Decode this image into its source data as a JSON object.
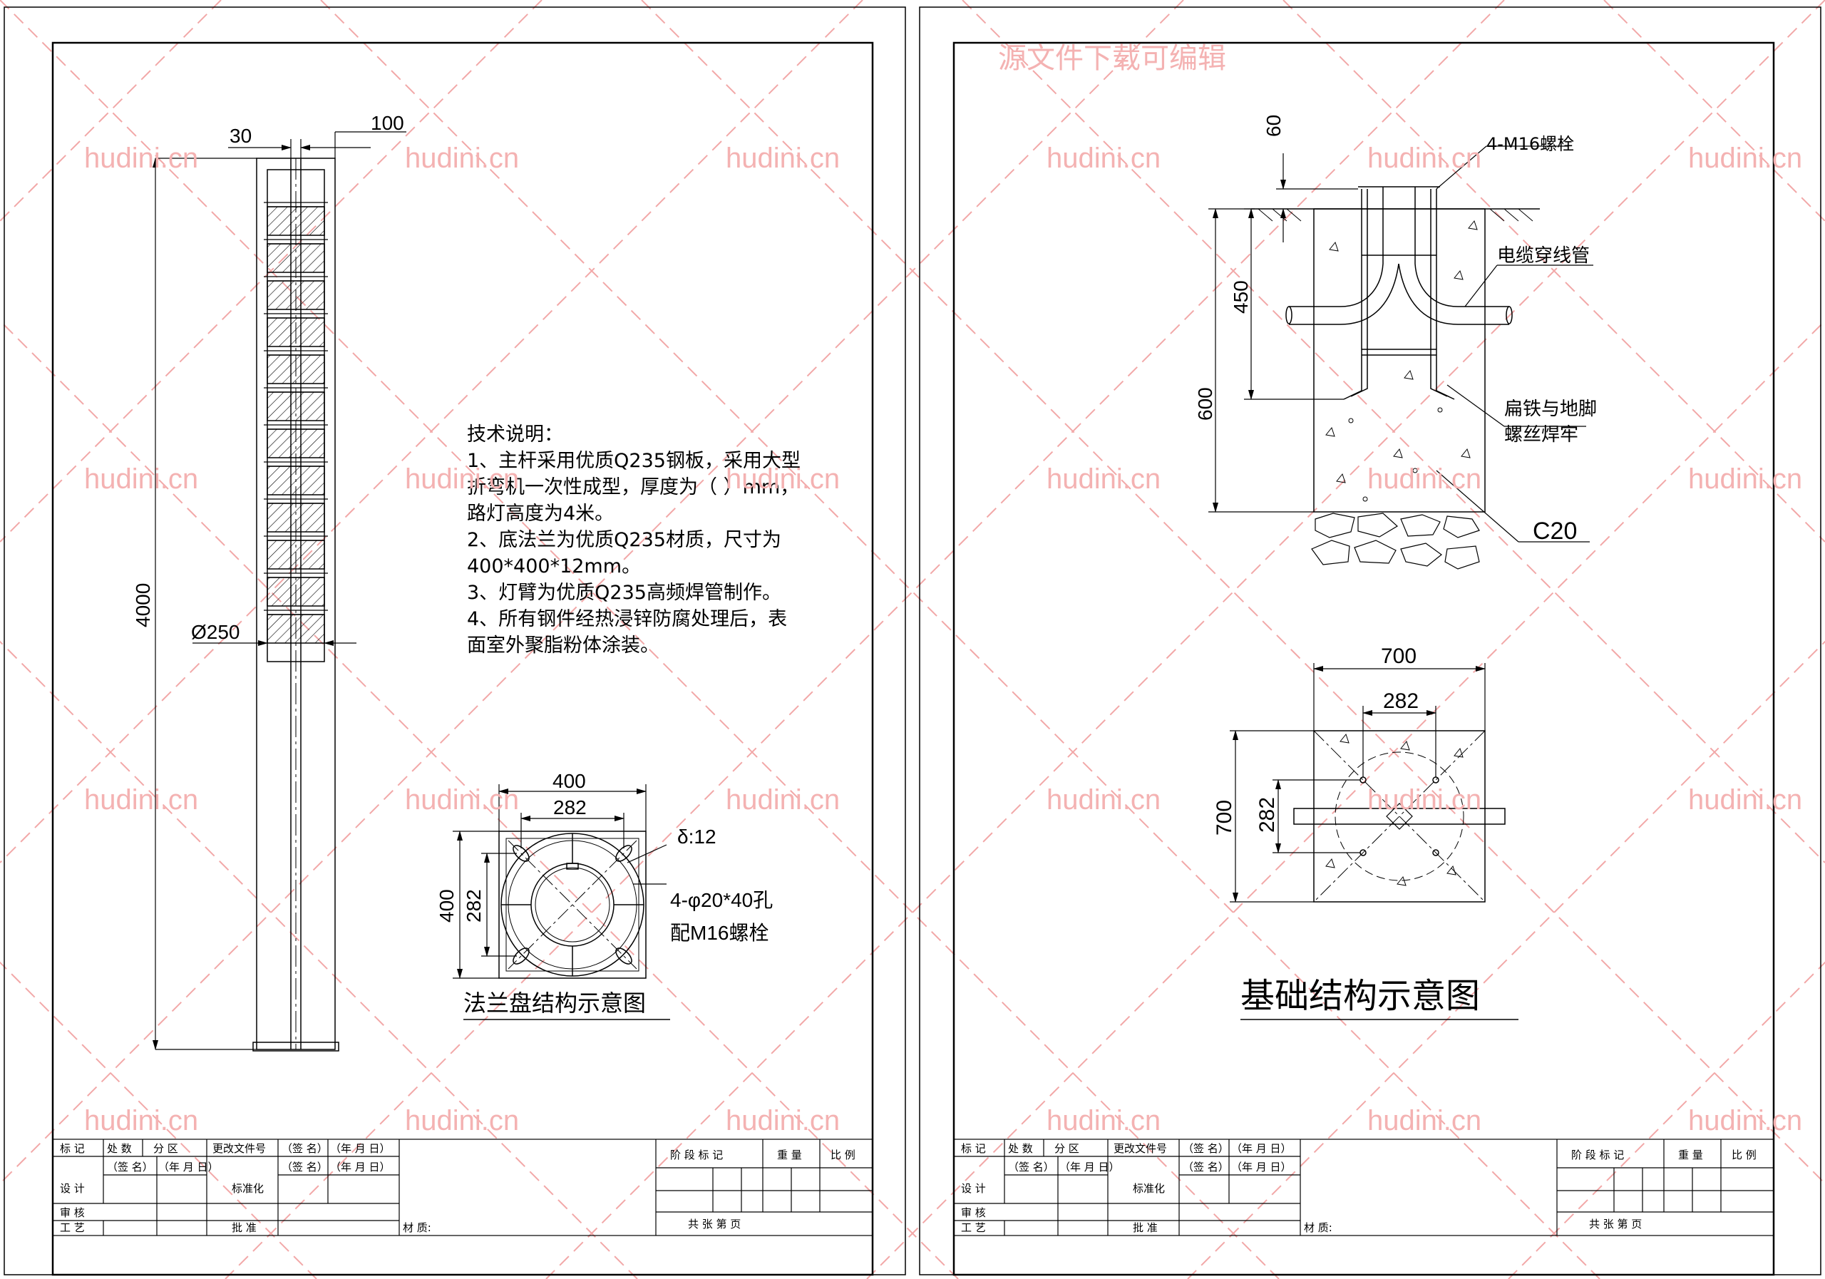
{
  "watermark": {
    "top": "源文件下载可编辑",
    "text": "hudini.cn"
  },
  "left": {
    "pole_dims": {
      "d30": "30",
      "d100": "100",
      "height": "4000",
      "dia": "Ø250"
    },
    "notes": {
      "title": "技术说明：",
      "lines": [
        "1、主杆采用优质Q235钢板，采用大型",
        "折弯机一次性成型，厚度为（  ）mm，",
        "路灯高度为4米。",
        "2、底法兰为优质Q235材质，尺寸为",
        "400*400*12mm。",
        "3、灯臂为优质Q235高频焊管制作。",
        "4、所有钢件经热浸锌防腐处理后，表",
        "面室外聚脂粉体涂装。"
      ]
    },
    "flange": {
      "w400": "400",
      "w282": "282",
      "h400": "400",
      "h282": "282",
      "delta": "δ:12",
      "holes": "4-φ20*40孔",
      "bolts": "配M16螺栓",
      "title": "法兰盘结构示意图"
    }
  },
  "right": {
    "section": {
      "d60": "60",
      "d450": "450",
      "d600": "600",
      "bolt_label": "4-M16螺栓",
      "cable_label": "电缆穿线管",
      "weld_label1": "扁铁与地脚",
      "weld_label2": "螺丝焊牢",
      "concrete": "C20"
    },
    "plan": {
      "w700": "700",
      "w282": "282",
      "h700": "700",
      "h282": "282"
    },
    "title": "基础结构示意图"
  },
  "titleblock": {
    "r1": [
      "标 记",
      "处 数",
      "分 区",
      "更改文件号",
      "（签 名）",
      "（年 月 日）"
    ],
    "r2a": "设  计",
    "r2b": "（签 名）",
    "r2c": "（年 月 日）",
    "r2d": "标准化",
    "r2e": "（签 名）",
    "r2f": "（年 月 日）",
    "r3": "审  核",
    "r4a": "工  艺",
    "r4b": "批  准",
    "material": "材 质:",
    "stage": "阶 段 标 记",
    "weight": "重 量",
    "scale": "比 例",
    "total": "共      张      第      页"
  }
}
